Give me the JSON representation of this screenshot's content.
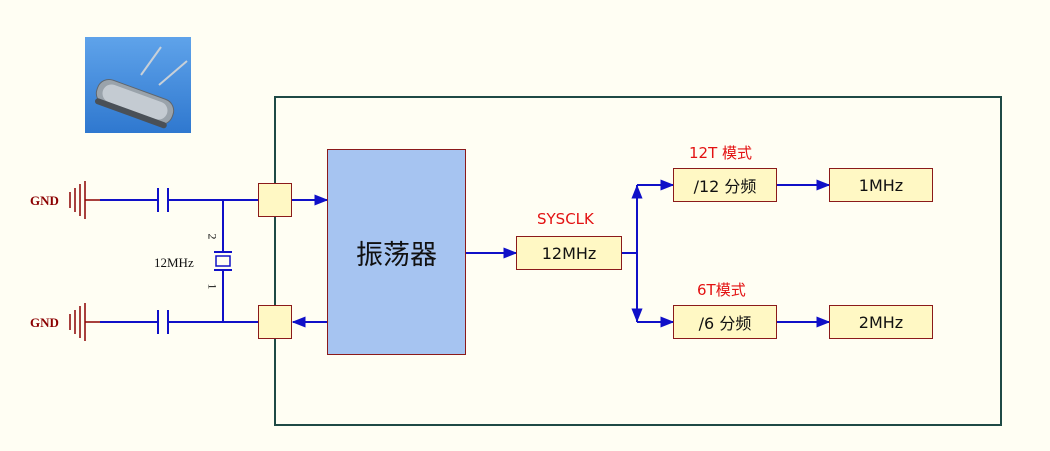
{
  "gnd_top": "GND",
  "gnd_bottom": "GND",
  "crystal_label": "12MHz",
  "crystal_pin2": "2",
  "crystal_pin1": "1",
  "oscillator_label": "振荡器",
  "sysclk_label": "SYSCLK",
  "sysclk_box": "12MHz",
  "mode_12t": "12T 模式",
  "mode_6t": "6T模式",
  "div12_box": "/12 分频",
  "div6_box": "/6 分频",
  "out_1mhz": "1MHz",
  "out_2mhz": "2MHz",
  "colors": {
    "wire": "#1010c8",
    "red_text": "#e31212",
    "gnd_text": "#8b0000",
    "frame": "#1f4a45"
  }
}
